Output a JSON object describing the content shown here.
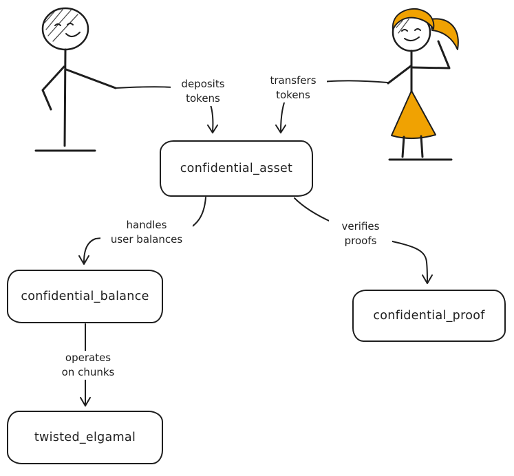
{
  "colors": {
    "ink": "#1e1e1e",
    "accent": "#f0a202",
    "background": "#ffffff"
  },
  "nodes": [
    {
      "id": "confidential_asset",
      "label": "confidential_asset"
    },
    {
      "id": "confidential_balance",
      "label": "confidential_balance"
    },
    {
      "id": "confidential_proof",
      "label": "confidential_proof"
    },
    {
      "id": "twisted_elgamal",
      "label": "twisted_elgamal"
    }
  ],
  "edges": [
    {
      "from": "person-left",
      "to": "confidential_asset",
      "label": "deposits\ntokens"
    },
    {
      "from": "person-right",
      "to": "confidential_asset",
      "label": "transfers\ntokens"
    },
    {
      "from": "confidential_asset",
      "to": "confidential_balance",
      "label": "handles\nuser balances"
    },
    {
      "from": "confidential_asset",
      "to": "confidential_proof",
      "label": "verifies\nproofs"
    },
    {
      "from": "confidential_balance",
      "to": "twisted_elgamal",
      "label": "operates\non chunks"
    }
  ],
  "actors": [
    {
      "id": "person-left",
      "figure": "male-stick-figure"
    },
    {
      "id": "person-right",
      "figure": "female-stick-figure"
    }
  ]
}
